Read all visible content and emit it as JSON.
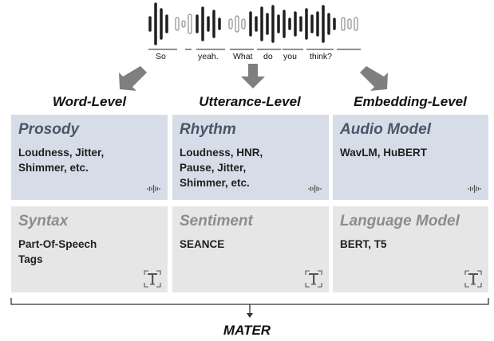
{
  "transcript": {
    "words": [
      "So",
      "yeah.",
      "What",
      "do",
      "you",
      "think?"
    ]
  },
  "columns": [
    {
      "title": "Word-Level"
    },
    {
      "title": "Utterance-Level"
    },
    {
      "title": "Embedding-Level"
    }
  ],
  "audio_row": [
    {
      "title": "Prosody",
      "body": "Loudness, Jitter,\nShimmer, etc.",
      "icon": "audio-wave-icon"
    },
    {
      "title": "Rhythm",
      "body": "Loudness, HNR,\nPause, Jitter,\nShimmer, etc.",
      "icon": "audio-wave-icon"
    },
    {
      "title": "Audio Model",
      "body": "WavLM, HuBERT",
      "icon": "audio-wave-icon"
    }
  ],
  "text_row": [
    {
      "title": "Syntax",
      "body": "Part-Of-Speech\nTags",
      "icon": "text-t-icon"
    },
    {
      "title": "Sentiment",
      "body": "SEANCE",
      "icon": "text-t-icon"
    },
    {
      "title": "Language Model",
      "body": "BERT, T5",
      "icon": "text-t-icon"
    }
  ],
  "output_label": "MATER",
  "colors": {
    "audio_box": "#d6dde8",
    "text_box": "#e6e6e6",
    "audio_title": "#4a5568",
    "text_title": "#8c8c8c",
    "arrow": "#7f7f7f",
    "wave_dark": "#1f1f1f",
    "wave_light": "#8c8c8c"
  }
}
